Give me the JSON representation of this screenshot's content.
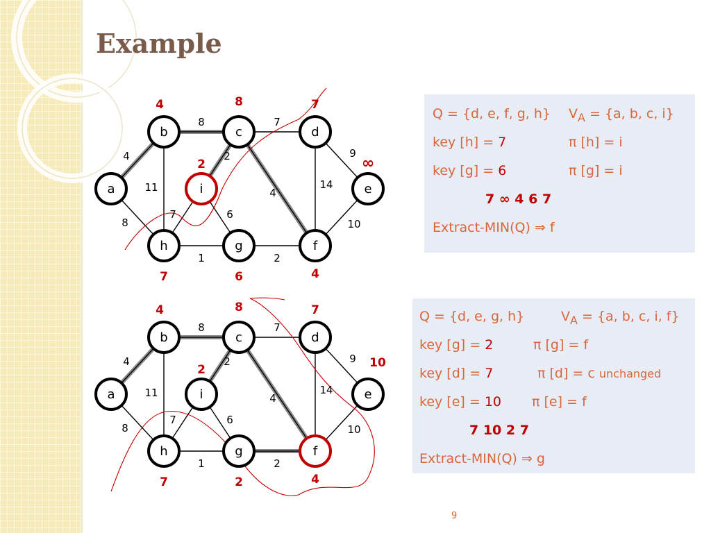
{
  "slide": {
    "title": "Example",
    "page_number": "9"
  },
  "colors": {
    "title": "#7a5a48",
    "box_text": "#d8663a",
    "key_red": "#c00000",
    "box_bg": "#e8ecf4",
    "tree_edge": "#8a8a8a",
    "sidebar": "#f6eab8"
  },
  "graphs": [
    {
      "nodes": [
        {
          "id": "a",
          "label": "a"
        },
        {
          "id": "b",
          "label": "b"
        },
        {
          "id": "c",
          "label": "c"
        },
        {
          "id": "d",
          "label": "d"
        },
        {
          "id": "e",
          "label": "e"
        },
        {
          "id": "f",
          "label": "f"
        },
        {
          "id": "g",
          "label": "g"
        },
        {
          "id": "h",
          "label": "h"
        },
        {
          "id": "i",
          "label": "i"
        }
      ],
      "current_node": "i",
      "edges": [
        {
          "from": "a",
          "to": "b",
          "weight": "4",
          "in_tree": true
        },
        {
          "from": "a",
          "to": "h",
          "weight": "8",
          "in_tree": false
        },
        {
          "from": "b",
          "to": "c",
          "weight": "8",
          "in_tree": true
        },
        {
          "from": "b",
          "to": "h",
          "weight": "11",
          "in_tree": false
        },
        {
          "from": "c",
          "to": "d",
          "weight": "7",
          "in_tree": false
        },
        {
          "from": "c",
          "to": "i",
          "weight": "2",
          "in_tree": true
        },
        {
          "from": "c",
          "to": "f",
          "weight": "4",
          "in_tree": true
        },
        {
          "from": "d",
          "to": "e",
          "weight": "9",
          "in_tree": false
        },
        {
          "from": "d",
          "to": "f",
          "weight": "14",
          "in_tree": false
        },
        {
          "from": "e",
          "to": "f",
          "weight": "10",
          "in_tree": false
        },
        {
          "from": "f",
          "to": "g",
          "weight": "2",
          "in_tree": false
        },
        {
          "from": "g",
          "to": "h",
          "weight": "1",
          "in_tree": false
        },
        {
          "from": "g",
          "to": "i",
          "weight": "6",
          "in_tree": false
        },
        {
          "from": "h",
          "to": "i",
          "weight": "7",
          "in_tree": false
        }
      ],
      "keys": {
        "a": "",
        "b": "4",
        "c": "8",
        "d": "7",
        "e": "∞",
        "f": "4",
        "g": "6",
        "h": "7",
        "i": "2"
      }
    },
    {
      "nodes": [
        {
          "id": "a",
          "label": "a"
        },
        {
          "id": "b",
          "label": "b"
        },
        {
          "id": "c",
          "label": "c"
        },
        {
          "id": "d",
          "label": "d"
        },
        {
          "id": "e",
          "label": "e"
        },
        {
          "id": "f",
          "label": "f"
        },
        {
          "id": "g",
          "label": "g"
        },
        {
          "id": "h",
          "label": "h"
        },
        {
          "id": "i",
          "label": "i"
        }
      ],
      "current_node": "f",
      "edges": [
        {
          "from": "a",
          "to": "b",
          "weight": "4",
          "in_tree": true
        },
        {
          "from": "a",
          "to": "h",
          "weight": "8",
          "in_tree": false
        },
        {
          "from": "b",
          "to": "c",
          "weight": "8",
          "in_tree": true
        },
        {
          "from": "b",
          "to": "h",
          "weight": "11",
          "in_tree": false
        },
        {
          "from": "c",
          "to": "d",
          "weight": "7",
          "in_tree": false
        },
        {
          "from": "c",
          "to": "i",
          "weight": "2",
          "in_tree": true
        },
        {
          "from": "c",
          "to": "f",
          "weight": "4",
          "in_tree": true
        },
        {
          "from": "d",
          "to": "e",
          "weight": "9",
          "in_tree": false
        },
        {
          "from": "d",
          "to": "f",
          "weight": "14",
          "in_tree": false
        },
        {
          "from": "e",
          "to": "f",
          "weight": "10",
          "in_tree": false
        },
        {
          "from": "f",
          "to": "g",
          "weight": "2",
          "in_tree": true
        },
        {
          "from": "g",
          "to": "h",
          "weight": "1",
          "in_tree": false
        },
        {
          "from": "g",
          "to": "i",
          "weight": "6",
          "in_tree": false
        },
        {
          "from": "h",
          "to": "i",
          "weight": "7",
          "in_tree": false
        }
      ],
      "keys": {
        "a": "",
        "b": "4",
        "c": "8",
        "d": "7",
        "e": "10",
        "f": "4",
        "g": "2",
        "h": "7",
        "i": "2"
      }
    }
  ],
  "box1": {
    "q_text": "Q = {d, e, f, g, h}",
    "va_pre": "V",
    "va_sub": "A",
    "va_post": " = {a, b, c, i}",
    "key_h_pre": "key [h] = ",
    "key_h_val": "7",
    "pi_h": "π [h] = i",
    "key_g_pre": "key [g] = ",
    "key_g_val": "6",
    "pi_g": "π [g] = i",
    "key_seq": "7 ∞  4 6  7",
    "extract": "Extract-MIN(Q) ⇒ f"
  },
  "box2": {
    "q_text": "Q = {d, e, g, h}",
    "va_pre": "V",
    "va_sub": "A",
    "va_post": " = {a, b, c, i, f}",
    "key_g_pre": "key [g] = ",
    "key_g_val": "2",
    "pi_g": "π [g] = f",
    "key_d_pre": "key [d] = ",
    "key_d_val": "7",
    "pi_d": "π [d] = c",
    "unchanged": "unchanged",
    "key_e_pre": "key [e] = ",
    "key_e_val": "10",
    "pi_e": "π [e] = f",
    "key_seq": "7 10 2 7",
    "extract": "Extract-MIN(Q) ⇒ g"
  }
}
